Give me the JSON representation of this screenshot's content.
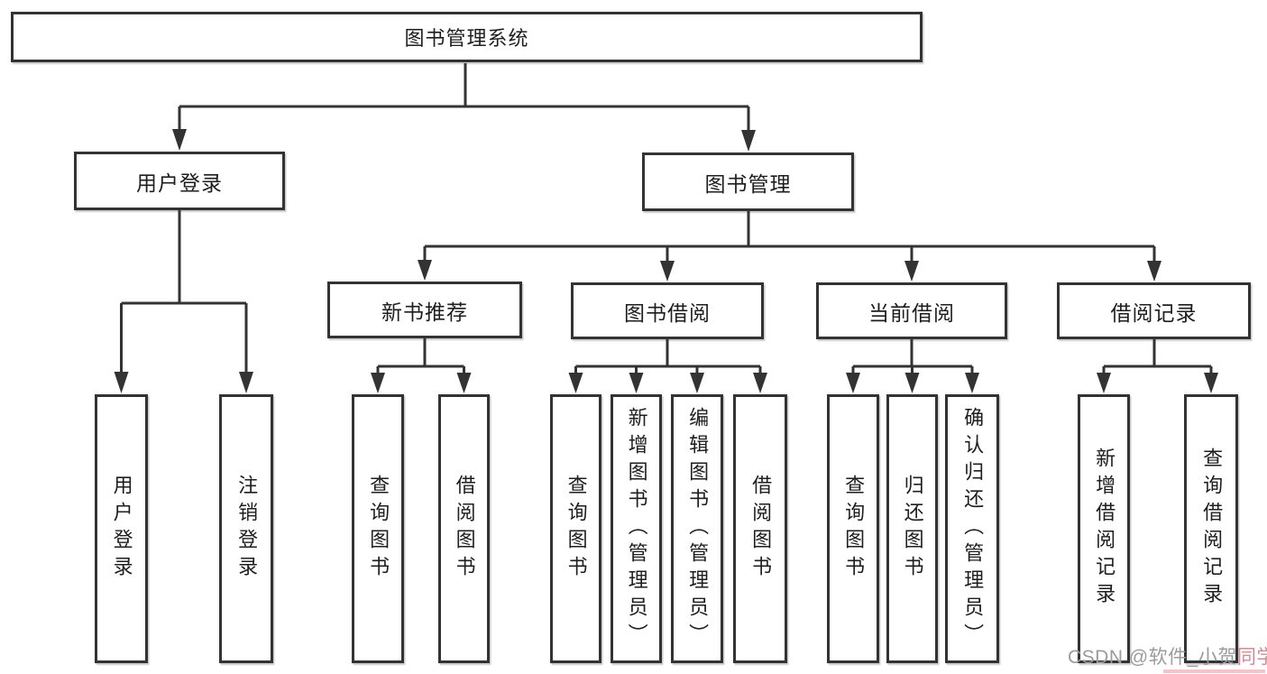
{
  "tree": {
    "label": "图书管理系统",
    "children": [
      {
        "label": "用户登录",
        "children": [
          {
            "label": "用户登录"
          },
          {
            "label": "注销登录"
          }
        ]
      },
      {
        "label": "图书管理",
        "children": [
          {
            "label": "新书推荐",
            "children": [
              {
                "label": "查询图书"
              },
              {
                "label": "借阅图书"
              }
            ]
          },
          {
            "label": "图书借阅",
            "children": [
              {
                "label": "查询图书"
              },
              {
                "label": "新增图书（管理员）"
              },
              {
                "label": "编辑图书（管理员）"
              },
              {
                "label": "借阅图书"
              }
            ]
          },
          {
            "label": "当前借阅",
            "children": [
              {
                "label": "查询图书"
              },
              {
                "label": "归还图书"
              },
              {
                "label": "确认归还（管理员）"
              }
            ]
          },
          {
            "label": "借阅记录",
            "children": [
              {
                "label": "新增借阅记录"
              },
              {
                "label": "查询借阅记录"
              }
            ]
          }
        ]
      }
    ]
  },
  "watermark": {
    "main": "CSDN @软件_小贺",
    "tail": "同学"
  },
  "colors": {
    "line": "#333333",
    "box_border": "#333333",
    "text": "#1e1e1e",
    "background": "#ffffff",
    "watermark_gray": "#9b9b9b",
    "watermark_pink": "#cf8d95"
  }
}
